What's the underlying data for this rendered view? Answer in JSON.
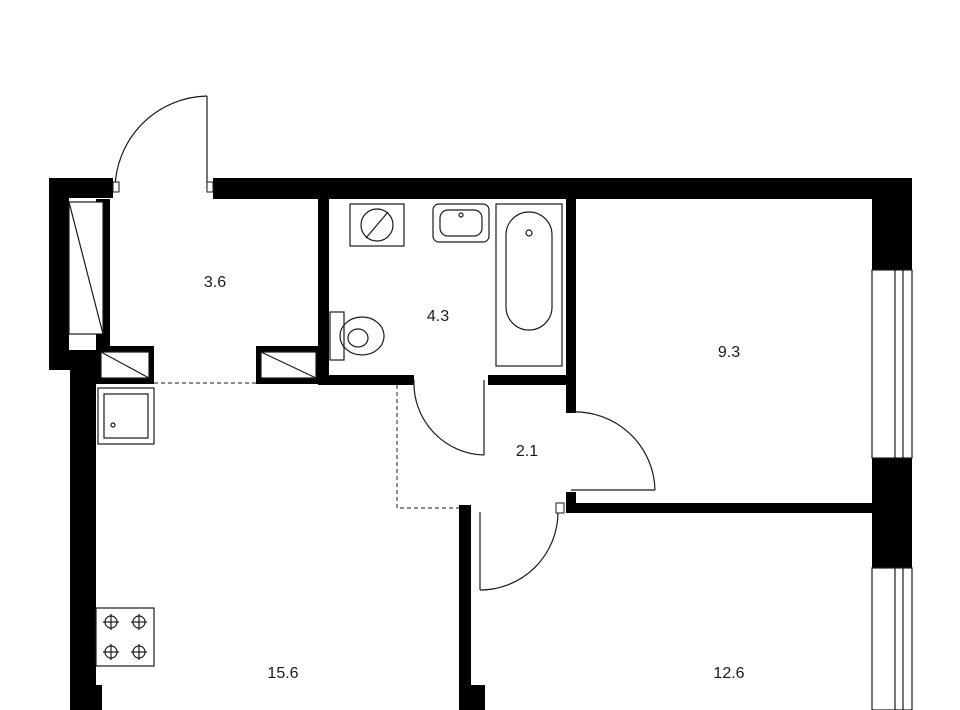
{
  "plan": {
    "rooms": [
      {
        "id": "hall",
        "area": "3.6"
      },
      {
        "id": "bathroom",
        "area": "4.3"
      },
      {
        "id": "bedroom",
        "area": "9.3"
      },
      {
        "id": "corridor",
        "area": "2.1"
      },
      {
        "id": "kitchen-living",
        "area": "15.6"
      },
      {
        "id": "room",
        "area": "12.6"
      }
    ]
  }
}
